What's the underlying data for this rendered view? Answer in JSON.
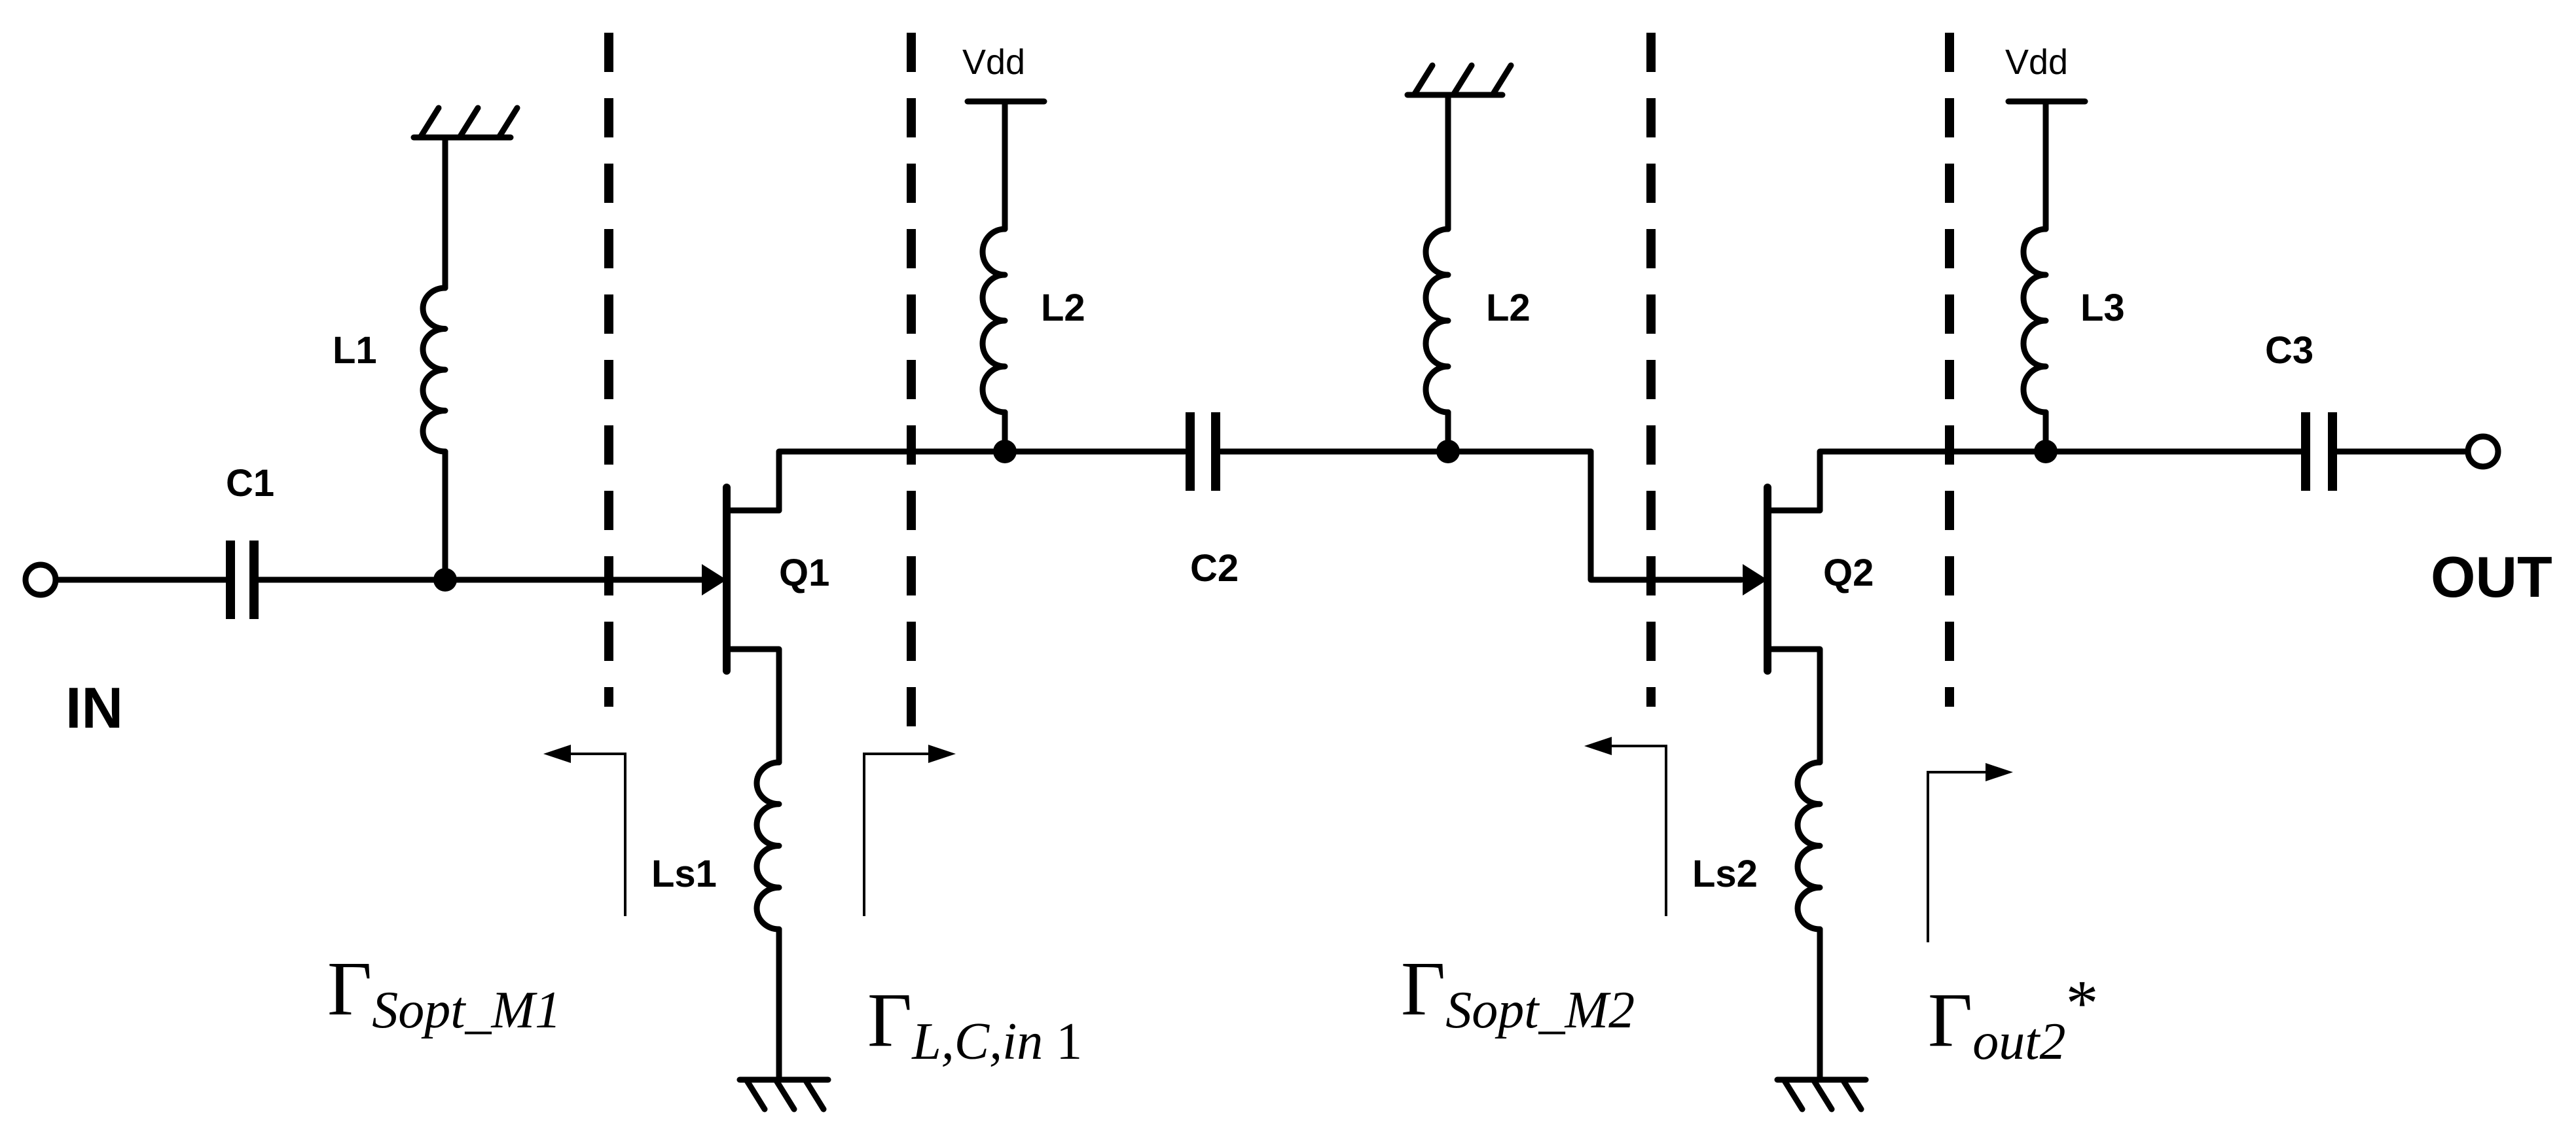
{
  "ports": {
    "input": "IN",
    "output": "OUT"
  },
  "supply": {
    "vdd_1": "Vdd",
    "vdd_2": "Vdd"
  },
  "components": {
    "c1": "C1",
    "c2": "C2",
    "c3": "C3",
    "l1": "L1",
    "l2_drain": "L2",
    "l2_shunt": "L2",
    "l3": "L3",
    "ls1": "Ls1",
    "ls2": "Ls2",
    "q1": "Q1",
    "q2": "Q2"
  },
  "reflection": {
    "symbol": "Γ",
    "sopt_m1": "Sopt_M1",
    "lc_in1_main": "L,C,in",
    "lc_in1_num": "1",
    "sopt_m2": "Sopt_M2",
    "out2": "out2",
    "conj": "*"
  }
}
